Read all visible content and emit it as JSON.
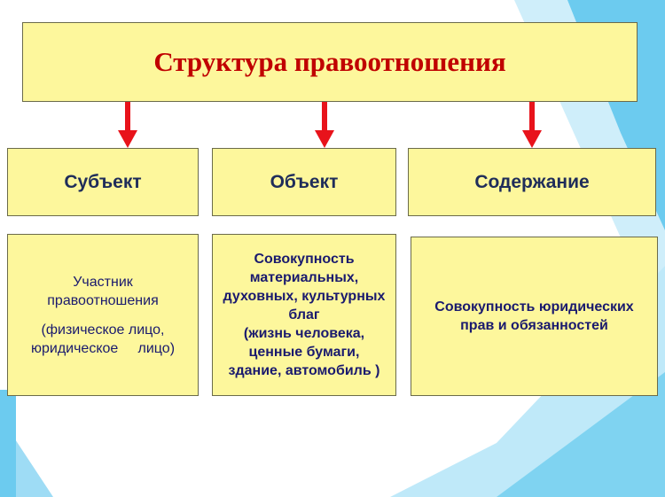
{
  "title": "Структура правоотношения",
  "columns": [
    {
      "heading": "Субъект",
      "description_lines": [
        "Участник",
        "правоотношения",
        "",
        "(физическое лицо,",
        "юридическое     лицо)"
      ]
    },
    {
      "heading": "Объект",
      "description_lines": [
        "Совокупность",
        "материальных,",
        "духовных, культурных",
        "благ",
        "(жизнь человека,",
        "ценные бумаги,",
        "здание, автомобиль )"
      ]
    },
    {
      "heading": "Содержание",
      "description_lines": [
        "Совокупность юридических",
        "прав и обязанностей"
      ]
    }
  ],
  "colors": {
    "box_fill": "#fdf79c",
    "title_text": "#c00000",
    "arrow": "#e8131b",
    "accent_blue": "#5bc0e8"
  }
}
